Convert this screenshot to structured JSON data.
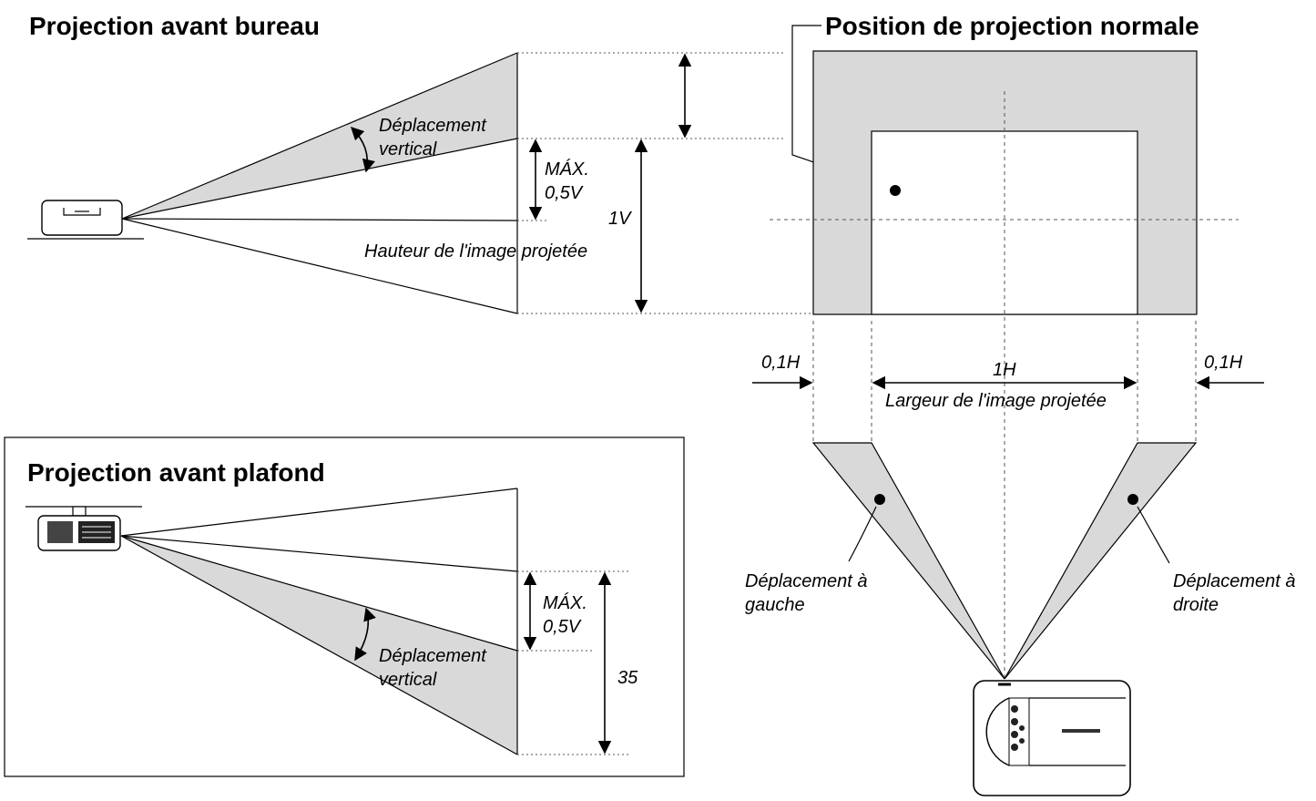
{
  "desk": {
    "title": "Projection avant bureau",
    "shift_label_1": "Déplacement",
    "shift_label_2": "vertical",
    "max_1": "MÁX.",
    "max_2": "0,5V",
    "v_label": "1V",
    "height_label": "Hauteur de l'image projetée"
  },
  "ceiling": {
    "title": "Projection avant plafond",
    "shift_label_1": "Déplacement",
    "shift_label_2": "vertical",
    "max_1": "MÁX.",
    "max_2": "0,5V",
    "v_label": "35"
  },
  "normal": {
    "title": "Position de projection normale",
    "h_left": "0,1H",
    "h_right": "0,1H",
    "h_center": "1H",
    "width_label": "Largeur de l'image projetée",
    "left_shift_1": "Déplacement à",
    "left_shift_2": "gauche",
    "right_shift_1": "Déplacement à",
    "right_shift_2": "droite"
  },
  "colors": {
    "shade": "#d9d9d9",
    "line": "#000000"
  }
}
